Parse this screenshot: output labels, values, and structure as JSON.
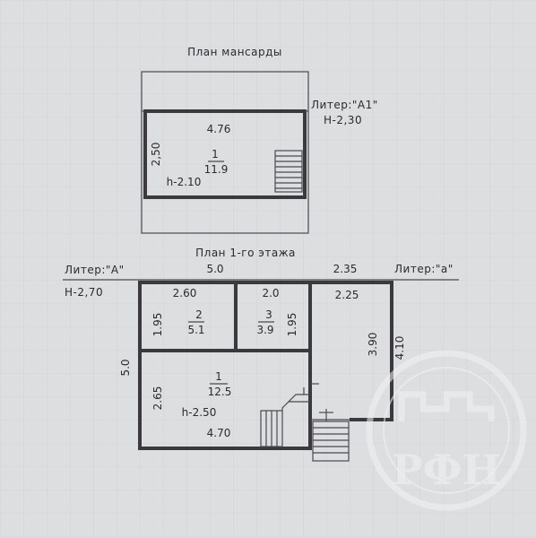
{
  "attic": {
    "title": "План мансарды",
    "litera": "Литер:\"А1\"",
    "height_total": "Н-2,30",
    "dim_width": "4.76",
    "dim_height": "2,50",
    "room_number": "1",
    "room_area": "11.9",
    "room_height": "h-2.10"
  },
  "ground": {
    "title": "План 1-го этажа",
    "litera_main": "Литер:\"А\"",
    "litera_annex": "Литер:\"а\"",
    "height_total": "Н-2,70",
    "dim_total_width": "5.0",
    "dim_annex_width": "2.35",
    "dim_total_depth": "5.0",
    "dim_annex_depth_outer": "4.10",
    "room2": {
      "number": "2",
      "area": "5.1",
      "width": "2.60",
      "depth": "1.95"
    },
    "room3": {
      "number": "3",
      "area": "3.9",
      "width": "2.0",
      "depth": "1.95"
    },
    "room1": {
      "number": "1",
      "area": "12.5",
      "width": "4.70",
      "depth": "2.65",
      "height": "h-2.50"
    },
    "annex": {
      "width": "2.25",
      "depth": "3.90"
    }
  },
  "watermark": {
    "letters": "РФН"
  }
}
